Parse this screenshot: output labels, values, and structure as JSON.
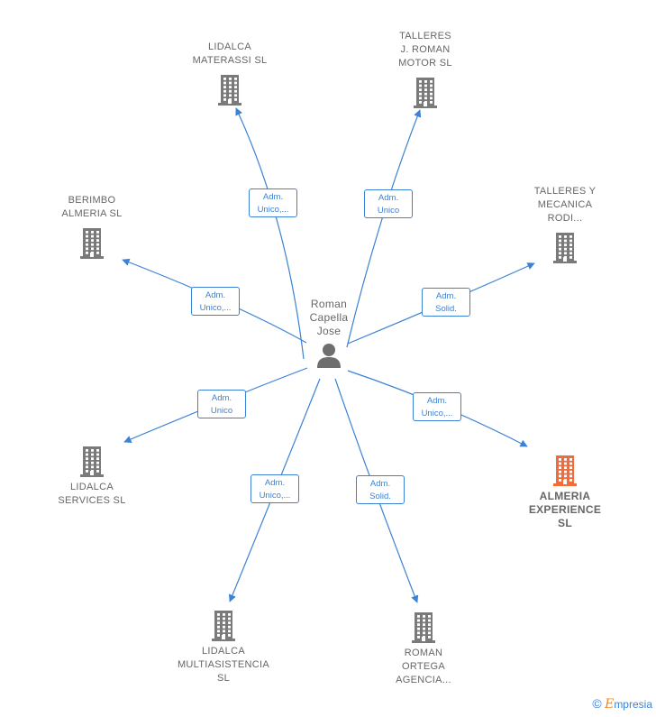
{
  "center": {
    "label": "Roman\nCapella\nJose",
    "icon": "person-icon"
  },
  "companies": [
    {
      "id": "lidalca-materassi",
      "label": "LIDALCA\nMATERASSI SL",
      "icon": "building-icon",
      "highlight": false
    },
    {
      "id": "talleres-j-roman",
      "label": "TALLERES\nJ. ROMAN\nMOTOR SL",
      "icon": "building-icon",
      "highlight": false
    },
    {
      "id": "berimbo",
      "label": "BERIMBO\nALMERIA SL",
      "icon": "building-icon",
      "highlight": false
    },
    {
      "id": "talleres-mecanica",
      "label": "TALLERES Y\nMECANICA\nRODI...",
      "icon": "building-icon",
      "highlight": false
    },
    {
      "id": "lidalca-services",
      "label": "LIDALCA\nSERVICES SL",
      "icon": "building-icon",
      "highlight": false
    },
    {
      "id": "almeria-experience",
      "label": "ALMERIA\nEXPERIENCE\nSL",
      "icon": "building-icon",
      "highlight": true
    },
    {
      "id": "lidalca-multiasistencia",
      "label": "LIDALCA\nMULTIASISTENCIA\nSL",
      "icon": "building-icon",
      "highlight": false
    },
    {
      "id": "roman-ortega",
      "label": "ROMAN\nORTEGA\nAGENCIA...",
      "icon": "building-icon",
      "highlight": false
    }
  ],
  "relations": [
    {
      "target": "lidalca-materassi",
      "role": [
        "Adm.",
        "Unico,..."
      ]
    },
    {
      "target": "talleres-j-roman",
      "role": [
        "Adm.",
        "Unico"
      ]
    },
    {
      "target": "berimbo",
      "role": [
        "Adm.",
        "Unico,..."
      ]
    },
    {
      "target": "talleres-mecanica",
      "role": [
        "Adm.",
        "Solid."
      ]
    },
    {
      "target": "lidalca-services",
      "role": [
        "Adm.",
        "Unico"
      ]
    },
    {
      "target": "almeria-experience",
      "role": [
        "Adm.",
        "Unico,..."
      ]
    },
    {
      "target": "lidalca-multiasistencia",
      "role": [
        "Adm.",
        "Unico,..."
      ]
    },
    {
      "target": "roman-ortega",
      "role": [
        "Adm.",
        "Solid."
      ]
    }
  ],
  "colors": {
    "edge": "#3b82d6",
    "building": "#7a7a7a",
    "highlight": "#f26b3a",
    "person": "#6e6e6e"
  },
  "branding": {
    "copyright": "©",
    "name": "mpresia",
    "initial": "E"
  }
}
